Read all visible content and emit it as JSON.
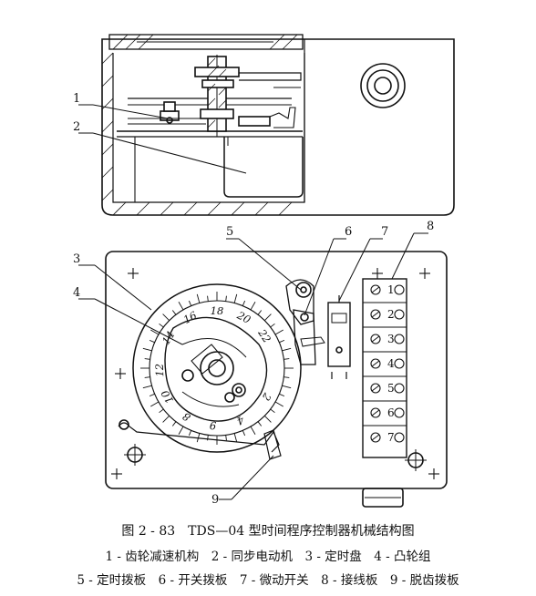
{
  "figure": {
    "callouts": [
      {
        "id": "1"
      },
      {
        "id": "2"
      },
      {
        "id": "3"
      },
      {
        "id": "4"
      },
      {
        "id": "5"
      },
      {
        "id": "6"
      },
      {
        "id": "7"
      },
      {
        "id": "8"
      },
      {
        "id": "9"
      }
    ],
    "dial_numbers": [
      {
        "label": "18",
        "angle": -90
      },
      {
        "label": "16",
        "angle": -118
      },
      {
        "label": "20",
        "angle": -62
      },
      {
        "label": "14",
        "angle": -148
      },
      {
        "label": "22",
        "angle": -34
      },
      {
        "label": "12",
        "angle": 178
      },
      {
        "label": "10",
        "angle": 150
      },
      {
        "label": "8",
        "angle": 122
      },
      {
        "label": "9",
        "angle": 94
      },
      {
        "label": "4",
        "angle": 66
      },
      {
        "label": "2",
        "angle": 30
      }
    ],
    "terminals": [
      "1",
      "2",
      "3",
      "4",
      "5",
      "6",
      "7"
    ]
  },
  "caption": {
    "title": "图 2 - 83　TDS—04 型时间程序控制器机械结构图",
    "legend_line1": "1 - 齿轮减速机构　2 - 同步电动机　3 - 定时盘　4 - 凸轮组",
    "legend_line2": "5 - 定时拨板　6 - 开关拨板　7 - 微动开关　8 - 接线板　9 - 脱齿拨板"
  }
}
